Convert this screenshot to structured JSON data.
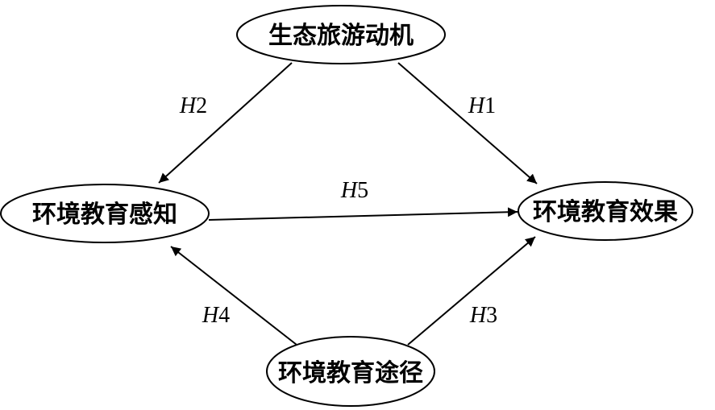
{
  "diagram": {
    "nodes": {
      "motivation": {
        "label": "生态旅游动机"
      },
      "perception": {
        "label": "环境教育感知"
      },
      "effect": {
        "label": "环境教育效果"
      },
      "pathway": {
        "label": "环境教育途径"
      }
    },
    "edges": {
      "h1": {
        "prefix": "H",
        "number": "1",
        "from": "motivation",
        "to": "effect"
      },
      "h2": {
        "prefix": "H",
        "number": "2",
        "from": "motivation",
        "to": "perception"
      },
      "h3": {
        "prefix": "H",
        "number": "3",
        "from": "pathway",
        "to": "effect"
      },
      "h4": {
        "prefix": "H",
        "number": "4",
        "from": "pathway",
        "to": "perception"
      },
      "h5": {
        "prefix": "H",
        "number": "5",
        "from": "perception",
        "to": "effect"
      }
    }
  }
}
